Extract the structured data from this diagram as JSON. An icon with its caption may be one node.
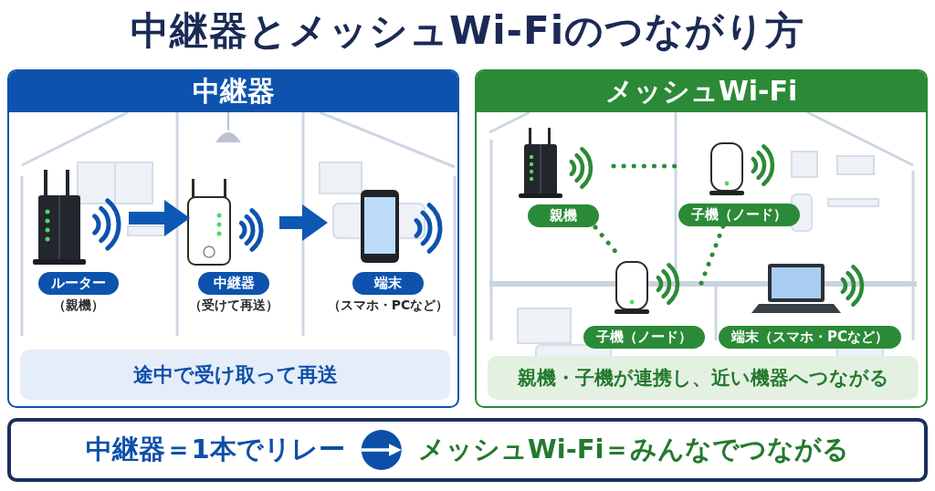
{
  "diagram": {
    "title": "中継器とメッシュWi-Fiのつながり方",
    "nodes": [
      {
        "text": [
          "中継器"
        ]
      },
      {
        "text": [
          "ルーター",
          "（親機）"
        ],
        "in": 0
      },
      {
        "text": [
          "中継器",
          "（受けて再送）"
        ],
        "in": 0
      },
      {
        "text": [
          "端末",
          "（スマホ・PCなど）"
        ],
        "in": 0
      },
      {
        "text": [
          "途中で受け取って再送"
        ],
        "in": 0
      },
      {
        "text": [
          "メッシュWi-Fi"
        ]
      },
      {
        "text": [
          "親機"
        ],
        "in": 5
      },
      {
        "text": [
          "子機（ノード）"
        ],
        "in": 5
      },
      {
        "text": [
          "子機（ノード）"
        ],
        "in": 5
      },
      {
        "text": [
          "端末（スマホ・PCなど）"
        ],
        "in": 5
      },
      {
        "text": [
          "親機・子機が連携し、近い機器へつながる"
        ],
        "in": 5
      },
      {
        "text": [],
        "shape": "box"
      },
      {
        "text": [
          "中継器＝1本でリレー"
        ],
        "in": 11
      },
      {
        "text": [
          "メッシュWi-Fi＝みんなでつながる"
        ],
        "in": 11
      }
    ],
    "edges": [
      {
        "from": 1,
        "to": 2,
        "arrow": "to",
        "style": "thick",
        "color": "#0d57b5"
      },
      {
        "from": 2,
        "to": 3,
        "arrow": "to",
        "style": "thick",
        "color": "#0d57b5"
      },
      {
        "from": 6,
        "to": 7,
        "arrow": "none",
        "style": "dashed"
      },
      {
        "from": 6,
        "to": 8,
        "arrow": "none",
        "style": "dashed"
      },
      {
        "from": 7,
        "to": 8,
        "arrow": "none",
        "style": "dashed"
      },
      {
        "from": 12,
        "to": 13,
        "arrow": "to",
        "color": "#ffffff"
      }
    ]
  }
}
